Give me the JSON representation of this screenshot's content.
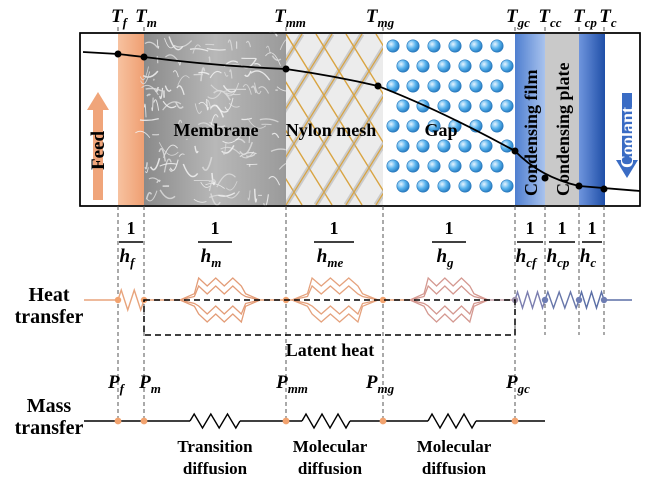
{
  "temperature_labels": [
    {
      "base": "T",
      "sub": "f"
    },
    {
      "base": "T",
      "sub": "m"
    },
    {
      "base": "T",
      "sub": "mm"
    },
    {
      "base": "T",
      "sub": "mg"
    },
    {
      "base": "T",
      "sub": "gc"
    },
    {
      "base": "T",
      "sub": "cc"
    },
    {
      "base": "T",
      "sub": "cp"
    },
    {
      "base": "T",
      "sub": "c"
    }
  ],
  "regions": {
    "feed": "Feed",
    "membrane": "Membrane",
    "nylon_mesh": "Nylon mesh",
    "gap": "Gap",
    "condensing_film": "Condensing film",
    "condensing_plate": "Condensing plate",
    "coolant": "Coolant"
  },
  "resistances": [
    {
      "num": "1",
      "base": "h",
      "sub": "f"
    },
    {
      "num": "1",
      "base": "h",
      "sub": "m"
    },
    {
      "num": "1",
      "base": "h",
      "sub": "me"
    },
    {
      "num": "1",
      "base": "h",
      "sub": "g"
    },
    {
      "num": "1",
      "base": "h",
      "sub": "cf"
    },
    {
      "num": "1",
      "base": "h",
      "sub": "cp"
    },
    {
      "num": "1",
      "base": "h",
      "sub": "c"
    }
  ],
  "heat_transfer_title": [
    "Heat",
    "transfer"
  ],
  "latent_heat": "Latent heat",
  "pressure_labels": [
    {
      "base": "P",
      "sub": "f"
    },
    {
      "base": "P",
      "sub": "m"
    },
    {
      "base": "P",
      "sub": "mm"
    },
    {
      "base": "P",
      "sub": "mg"
    },
    {
      "base": "P",
      "sub": "gc"
    }
  ],
  "mass_transfer_title": [
    "Mass",
    "transfer"
  ],
  "diffusion_labels": [
    [
      "Transition",
      "diffusion"
    ],
    [
      "Molecular",
      "diffusion"
    ],
    [
      "Molecular",
      "diffusion"
    ]
  ],
  "colors": {
    "feed": "#f0a77d",
    "heat_line_warm": "#e8a47c",
    "heat_line_cold": "#5b6fa6",
    "mesh": "#d9a441",
    "bubble": "#4aa3e0",
    "film": "#7aa0dd",
    "plate": "#c8c8c8",
    "coolant": "#2f5fb3",
    "node": "#f2a36f"
  }
}
